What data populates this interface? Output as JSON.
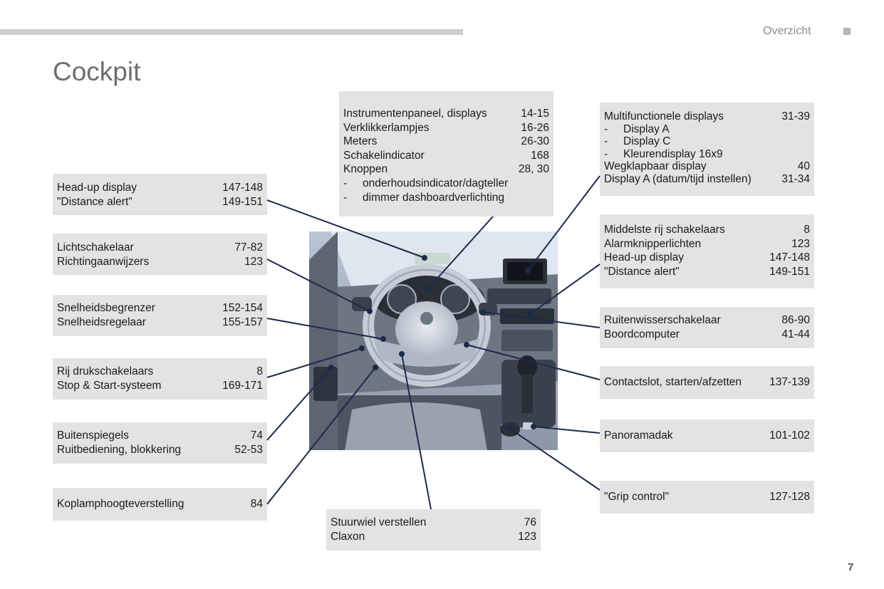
{
  "header": {
    "section": "Overzicht",
    "title": "Cockpit"
  },
  "page_number": "7",
  "boxes": {
    "instrumenten": {
      "rows": [
        {
          "label": "Instrumentenpaneel, displays",
          "page": "14-15"
        },
        {
          "label": "Verklikkerlampjes",
          "page": "16-26"
        },
        {
          "label": "Meters",
          "page": "26-30"
        },
        {
          "label": "Schakelindicator",
          "page": "168"
        },
        {
          "label": "Knoppen",
          "page": "28, 30"
        }
      ],
      "subs": [
        "onderhoudsindicator/dagteller",
        "dimmer dashboardverlichting"
      ]
    },
    "multifunctioneel": {
      "rows": [
        {
          "label": "Multifunctionele displays",
          "page": "31-39"
        }
      ],
      "subs": [
        "Display A",
        "Display C",
        "Kleurendisplay 16x9"
      ],
      "rows2": [
        {
          "label": "Wegklapbaar display",
          "page": "40"
        },
        {
          "label": "Display A (datum/tijd instellen)",
          "page": "31-34"
        }
      ]
    },
    "headup_left": {
      "rows": [
        {
          "label": "Head-up display",
          "page": "147-148"
        },
        {
          "label": "\"Distance alert\"",
          "page": "149-151"
        }
      ]
    },
    "licht": {
      "rows": [
        {
          "label": "Lichtschakelaar",
          "page": "77-82"
        },
        {
          "label": "Richtingaanwijzers",
          "page": "123"
        }
      ]
    },
    "snelheid": {
      "rows": [
        {
          "label": "Snelheidsbegrenzer",
          "page": "152-154"
        },
        {
          "label": "Snelheidsregelaar",
          "page": "155-157"
        }
      ]
    },
    "rij": {
      "rows": [
        {
          "label": "Rij drukschakelaars",
          "page": "8"
        },
        {
          "label": "Stop & Start-systeem",
          "page": "169-171"
        }
      ]
    },
    "spiegels": {
      "rows": [
        {
          "label": "Buitenspiegels",
          "page": "74"
        },
        {
          "label": "Ruitbediening, blokkering",
          "page": "52-53"
        }
      ]
    },
    "koplamp": {
      "rows": [
        {
          "label": "Koplamphoogteverstelling",
          "page": "84"
        }
      ]
    },
    "middelste": {
      "rows": [
        {
          "label": "Middelste rij schakelaars",
          "page": "8"
        },
        {
          "label": "Alarmknipperlichten",
          "page": "123"
        },
        {
          "label": "Head-up display",
          "page": "147-148"
        },
        {
          "label": "\"Distance alert\"",
          "page": "149-151"
        }
      ]
    },
    "ruitenwisser": {
      "rows": [
        {
          "label": "Ruitenwisserschakelaar",
          "page": "86-90"
        },
        {
          "label": "Boordcomputer",
          "page": "41-44"
        }
      ]
    },
    "contact": {
      "rows": [
        {
          "label": "Contactslot, starten/afzetten",
          "page": "137-139"
        }
      ]
    },
    "panorama": {
      "rows": [
        {
          "label": "Panoramadak",
          "page": "101-102"
        }
      ]
    },
    "grip": {
      "rows": [
        {
          "label": "\"Grip control\"",
          "page": "127-128"
        }
      ]
    },
    "stuurwiel": {
      "rows": [
        {
          "label": "Stuurwiel verstellen",
          "page": "76"
        },
        {
          "label": "Claxon",
          "page": "123"
        }
      ]
    }
  },
  "colors": {
    "box_bg": "#e3e3e3",
    "leader_line": "#1c2a4a",
    "title": "#6e6e6e"
  }
}
